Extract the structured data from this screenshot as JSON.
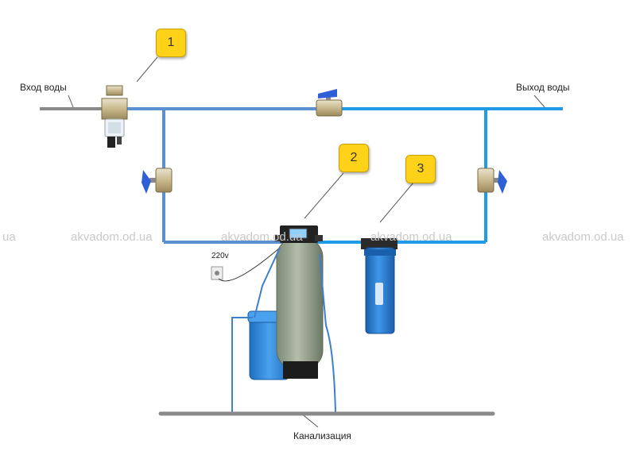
{
  "labels": {
    "water_in": "Вход воды",
    "water_out": "Выход воды",
    "sewer": "Канализация",
    "power": "220v"
  },
  "badges": [
    "1",
    "2",
    "3"
  ],
  "watermark": {
    "left": "ua",
    "center1": "akvadom.od.ua",
    "center2": "akvadom.od.ua",
    "right": "akvadom.od.ua"
  },
  "colors": {
    "pipe_untreated": "#5a8fd0",
    "pipe_treated": "#1f9be8",
    "pipe_inlet": "#8a8a8a",
    "sewer_pipe": "#8a8a8a",
    "badge": "#ffd21a",
    "filter_blue": "#1e73c8",
    "brine_tank": "#2e86d6"
  }
}
